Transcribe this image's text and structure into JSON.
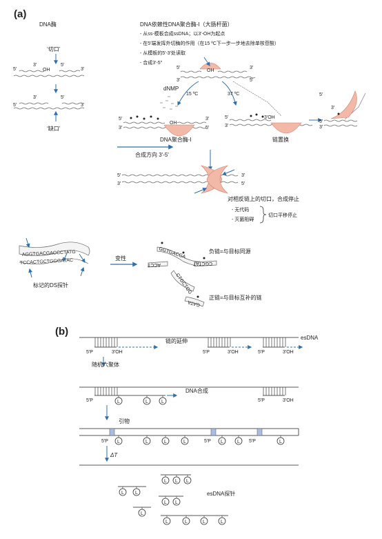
{
  "panel_a": {
    "label": "(a)",
    "dnase": {
      "title": "DNA酶",
      "nick_label": "‘切口’",
      "gap_label": "‘缺口’",
      "oh_label": "OH",
      "end_5": "5′",
      "end_3": "3′"
    },
    "pol_info": {
      "title": "DNA依赖性DNA聚合酶-I（大肠杆菌）",
      "bullets": [
        "- 从ss-模板合成ssDNA；以3′-OH为起点",
        "- 在5′端发挥外切酶的作用（在15 ºC下一步一步地去除单核苷酸）",
        "- 从模板的5′-3′处读取",
        "- 合成3′-5″"
      ]
    },
    "reaction": {
      "oh": "OH",
      "oh3": "3′OH",
      "temp_left": "15 ºC",
      "temp_right": "37 ºC",
      "dnmp": "dNMP",
      "polymerase_label": "DNA聚合酶-I",
      "direction_label": "合成方向 3′-5′",
      "displacement_label": "链置换",
      "stop_title": "对相反链上的切口，合成停止",
      "stop_items": [
        "- 无代码",
        "- 灭菌阻碍"
      ],
      "stop_result": "切口平移停止"
    },
    "probe": {
      "strand_top_seq": "AGGTGACGACCCTATG",
      "strand_bottom_seq": "TCCACTGCTGGGATAC",
      "label": "标记的DS探针",
      "denature": "变性",
      "neg_seq": "GGTGACGA",
      "neg_label": "负链=与目标同源",
      "pos_label": "正链=与目标互补的链",
      "frag_labels": [
        "ACCT",
        "CGCTAT",
        "CTGCTGG",
        "GATA"
      ]
    }
  },
  "panel_b": {
    "label": "(b)",
    "es_label": "esDNA",
    "ext_label": "链的延伸",
    "hexamer_label": "随机六聚体",
    "synth_label": "DNA合成",
    "primer_label": "引物",
    "delta_t": "ΔT",
    "probe_label": "esDNA探针",
    "p5": "5′P",
    "oh3": "3′OH",
    "L": "L"
  },
  "colors": {
    "arrow": "#2e6fae",
    "enzyme": "#f3b9a8",
    "enzyme_stroke": "#d27f6a",
    "primer": "#a9bde4",
    "strand": "#555555"
  }
}
